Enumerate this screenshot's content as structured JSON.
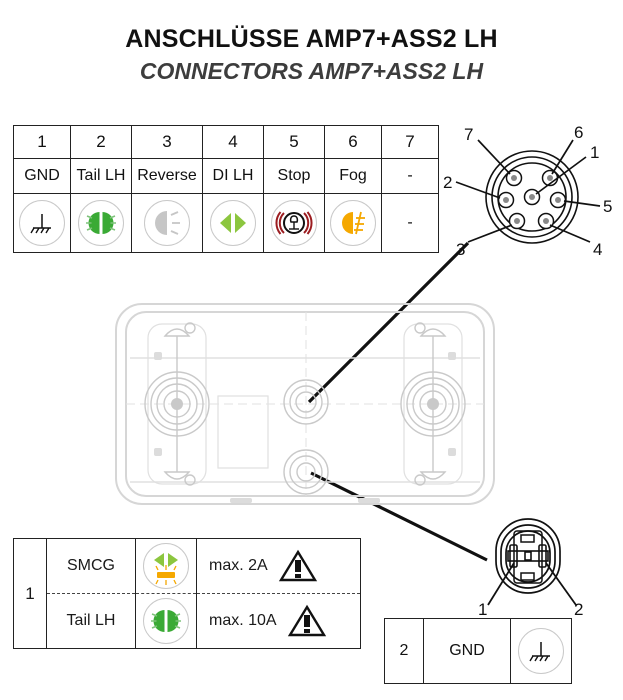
{
  "titles": {
    "de": "ANSCHLÜSSE AMP7+ASS2 LH",
    "en": "CONNECTORS AMP7+ASS2 LH"
  },
  "pin_table": {
    "numbers": [
      "1",
      "2",
      "3",
      "4",
      "5",
      "6",
      "7"
    ],
    "names": [
      "GND",
      "Tail LH",
      "Reverse",
      "DI  LH",
      "Stop",
      "Fog",
      "-"
    ],
    "icons": [
      "ground-icon",
      "tail-lamp-icon",
      "reverse-lamp-icon",
      "direction-indicator-icon",
      "stop-lamp-icon",
      "fog-lamp-icon",
      "none"
    ],
    "empty": "-"
  },
  "connector7": {
    "name": "AMP7 connector",
    "pin_labels": [
      "1",
      "2",
      "3",
      "4",
      "5",
      "6",
      "7"
    ]
  },
  "connector2": {
    "name": "ASS2 connector",
    "pin_labels": [
      "1",
      "2"
    ]
  },
  "load_table": {
    "group_index": "1",
    "rows": [
      {
        "name": "SMCG",
        "icon": "smcg-icon",
        "rating": "max. 2A",
        "warning": "warning-icon"
      },
      {
        "name": "Tail  LH",
        "icon": "tail-lamp-icon",
        "rating": "max. 10A",
        "warning": "warning-icon"
      }
    ]
  },
  "gnd_table": {
    "index": "2",
    "name": "GND",
    "icon": "ground-icon"
  },
  "colors": {
    "green": "#3aaa35",
    "green_light": "#8cc63f",
    "orange": "#f5a800",
    "red": "#9b1c20",
    "grey": "#c6c6c6",
    "line": "#222222",
    "cad": "#d2d2d2"
  }
}
